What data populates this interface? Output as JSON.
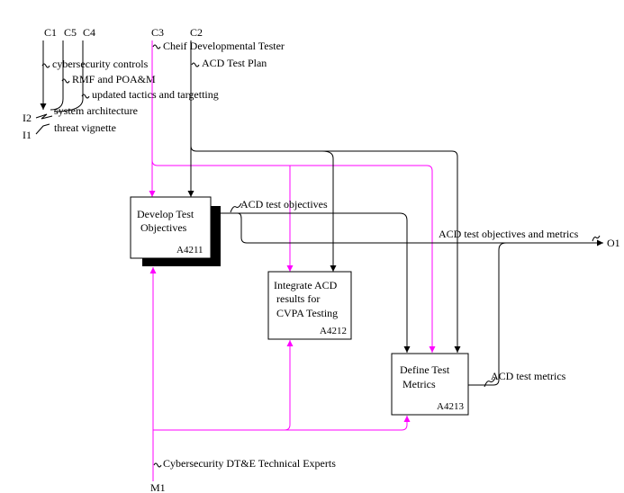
{
  "controls": {
    "C1": "C1",
    "C5": "C5",
    "C4": "C4",
    "C3": "C3",
    "C2": "C2"
  },
  "inputs": {
    "I2": "I2",
    "I1": "I1"
  },
  "mechanisms": {
    "M1": "M1"
  },
  "outputs": {
    "O1": "O1"
  },
  "arrow_labels": {
    "chief_dev_tester": "Cheif Developmental Tester",
    "acd_test_plan": "ACD Test Plan",
    "cybersecurity_controls": "cybersecurity controls",
    "rmf_poam": "RMF and POA&M",
    "updated_tactics": "updated tactics and targetting",
    "system_architecture": "system architecture",
    "threat_vignette": "threat vignette",
    "acd_test_objectives": "ACD test objectives",
    "acd_test_objectives_metrics": "ACD test objectives and metrics",
    "acd_test_metrics": "ACD test metrics",
    "cyber_experts": "Cybersecurity DT&E Technical Experts"
  },
  "activities": [
    {
      "title_lines": [
        "Develop Test",
        "Objectives"
      ],
      "number": "A4211"
    },
    {
      "title_lines": [
        "Integrate ACD",
        "results for",
        "CVPA Testing"
      ],
      "number": "A4212"
    },
    {
      "title_lines": [
        "Define Test",
        "Metrics"
      ],
      "number": "A4213"
    }
  ],
  "colors": {
    "mechanism_arrows": "#ff00ff",
    "lines": "#000000"
  }
}
